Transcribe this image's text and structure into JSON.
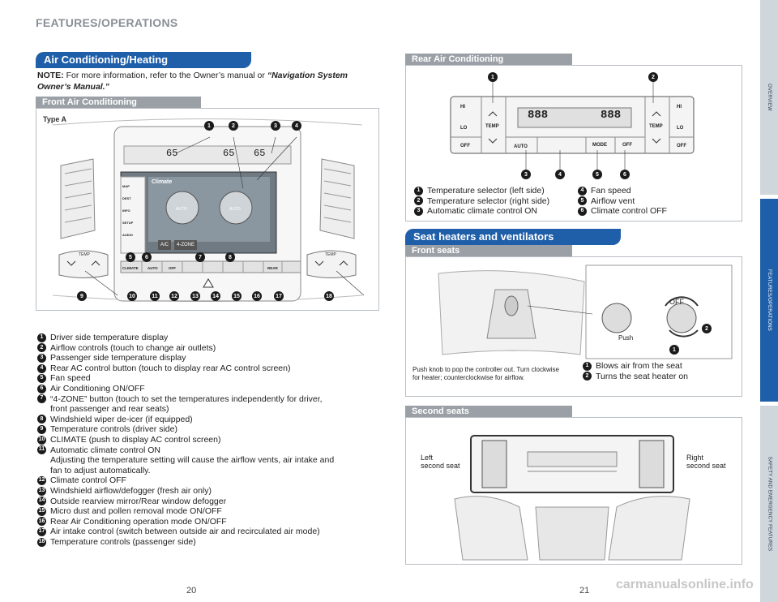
{
  "header": {
    "title": "FEATURES/OPERATIONS"
  },
  "side_tabs": [
    {
      "label": "OVERVIEW"
    },
    {
      "label": "FEATURES/OPERATIONS"
    },
    {
      "label": "SAFETY AND EMERGENCY FEATURES"
    }
  ],
  "left": {
    "section_title": "Air Conditioning/Heating",
    "note_label": "NOTE:",
    "note_text": " For more information, refer to the Owner’s manual or ",
    "note_ref": "“Navigation System Owner’s Manual.”",
    "front_title": "Front Air Conditioning",
    "type_label": "Type A",
    "display_temp_left": "65",
    "display_temp_right": "65",
    "display_temp_mid": "65",
    "screen_title": "Climate",
    "screen_menu": [
      "MAP",
      "DEST",
      "INFO",
      "",
      "SETUP",
      "AUDIO"
    ],
    "screen_buttons": [
      "A/C",
      "4-ZONE"
    ],
    "auto_labels": [
      "AUTO",
      "AUTO"
    ],
    "panel_buttons": [
      "CLIMATE",
      "AUTO",
      "OFF",
      "",
      "",
      "",
      "REAR",
      ""
    ],
    "temp_label": "TEMP",
    "legend": [
      {
        "n": "1",
        "text": "Driver side temperature display"
      },
      {
        "n": "2",
        "text": "Airflow controls (touch to change air outlets)"
      },
      {
        "n": "3",
        "text": "Passenger side temperature display"
      },
      {
        "n": "4",
        "text": "Rear AC control button (touch to display rear AC control screen)"
      },
      {
        "n": "5",
        "text": "Fan speed"
      },
      {
        "n": "6",
        "text": "Air Conditioning ON/OFF"
      },
      {
        "n": "7",
        "text": "“4-ZONE” button (touch to set the temperatures independently for driver,",
        "cont": "front passenger and rear seats)"
      },
      {
        "n": "8",
        "text": "Windshield wiper de-icer (if equipped)"
      },
      {
        "n": "9",
        "text": "Temperature controls (driver side)"
      },
      {
        "n": "10",
        "text": "CLIMATE (push to display AC control screen)"
      },
      {
        "n": "11",
        "text": "Automatic climate control ON",
        "cont": "Adjusting the temperature setting will cause the airflow vents, air intake and",
        "cont2": "fan to adjust automatically."
      },
      {
        "n": "12",
        "text": "Climate control OFF"
      },
      {
        "n": "13",
        "text": "Windshield airflow/defogger (fresh air only)"
      },
      {
        "n": "14",
        "text": "Outside rearview mirror/Rear window defogger"
      },
      {
        "n": "15",
        "text": "Micro dust and pollen removal mode ON/OFF"
      },
      {
        "n": "16",
        "text": "Rear Air Conditioning operation mode ON/OFF"
      },
      {
        "n": "17",
        "text": "Air intake control (switch between outside air and recirculated air mode)"
      },
      {
        "n": "18",
        "text": "Temperature controls (passenger side)"
      }
    ],
    "page_number": "20"
  },
  "right": {
    "rear_title": "Rear Air Conditioning",
    "rear_panel": {
      "hi": "HI",
      "lo": "LO",
      "off": "OFF",
      "temp": "TEMP",
      "display": "888",
      "display2": "888",
      "auto": "AUTO",
      "mode": "MODE",
      "off_btn": "OFF"
    },
    "rear_legend_left": [
      {
        "n": "1",
        "text": "Temperature selector (left side)"
      },
      {
        "n": "2",
        "text": "Temperature selector (right side)"
      },
      {
        "n": "3",
        "text": "Automatic climate control ON"
      }
    ],
    "rear_legend_right": [
      {
        "n": "4",
        "text": "Fan speed"
      },
      {
        "n": "5",
        "text": "Airflow vent"
      },
      {
        "n": "6",
        "text": "Climate control OFF"
      }
    ],
    "seat_title": "Seat heaters and ventilators",
    "front_seats_title": "Front seats",
    "knob_off": "OFF",
    "knob_push": "Push",
    "front_seats_caption": "Push knob to pop the controller out. Turn clockwise for heater; counterclockwise for airflow.",
    "front_seats_legend": [
      {
        "n": "1",
        "text": "Blows air from the seat"
      },
      {
        "n": "2",
        "text": "Turns the seat heater on"
      }
    ],
    "second_seats_title": "Second seats",
    "left_second": "Left\nsecond seat",
    "right_second": "Right\nsecond seat",
    "page_number": "21",
    "watermark": "carmanualsonline.info"
  }
}
